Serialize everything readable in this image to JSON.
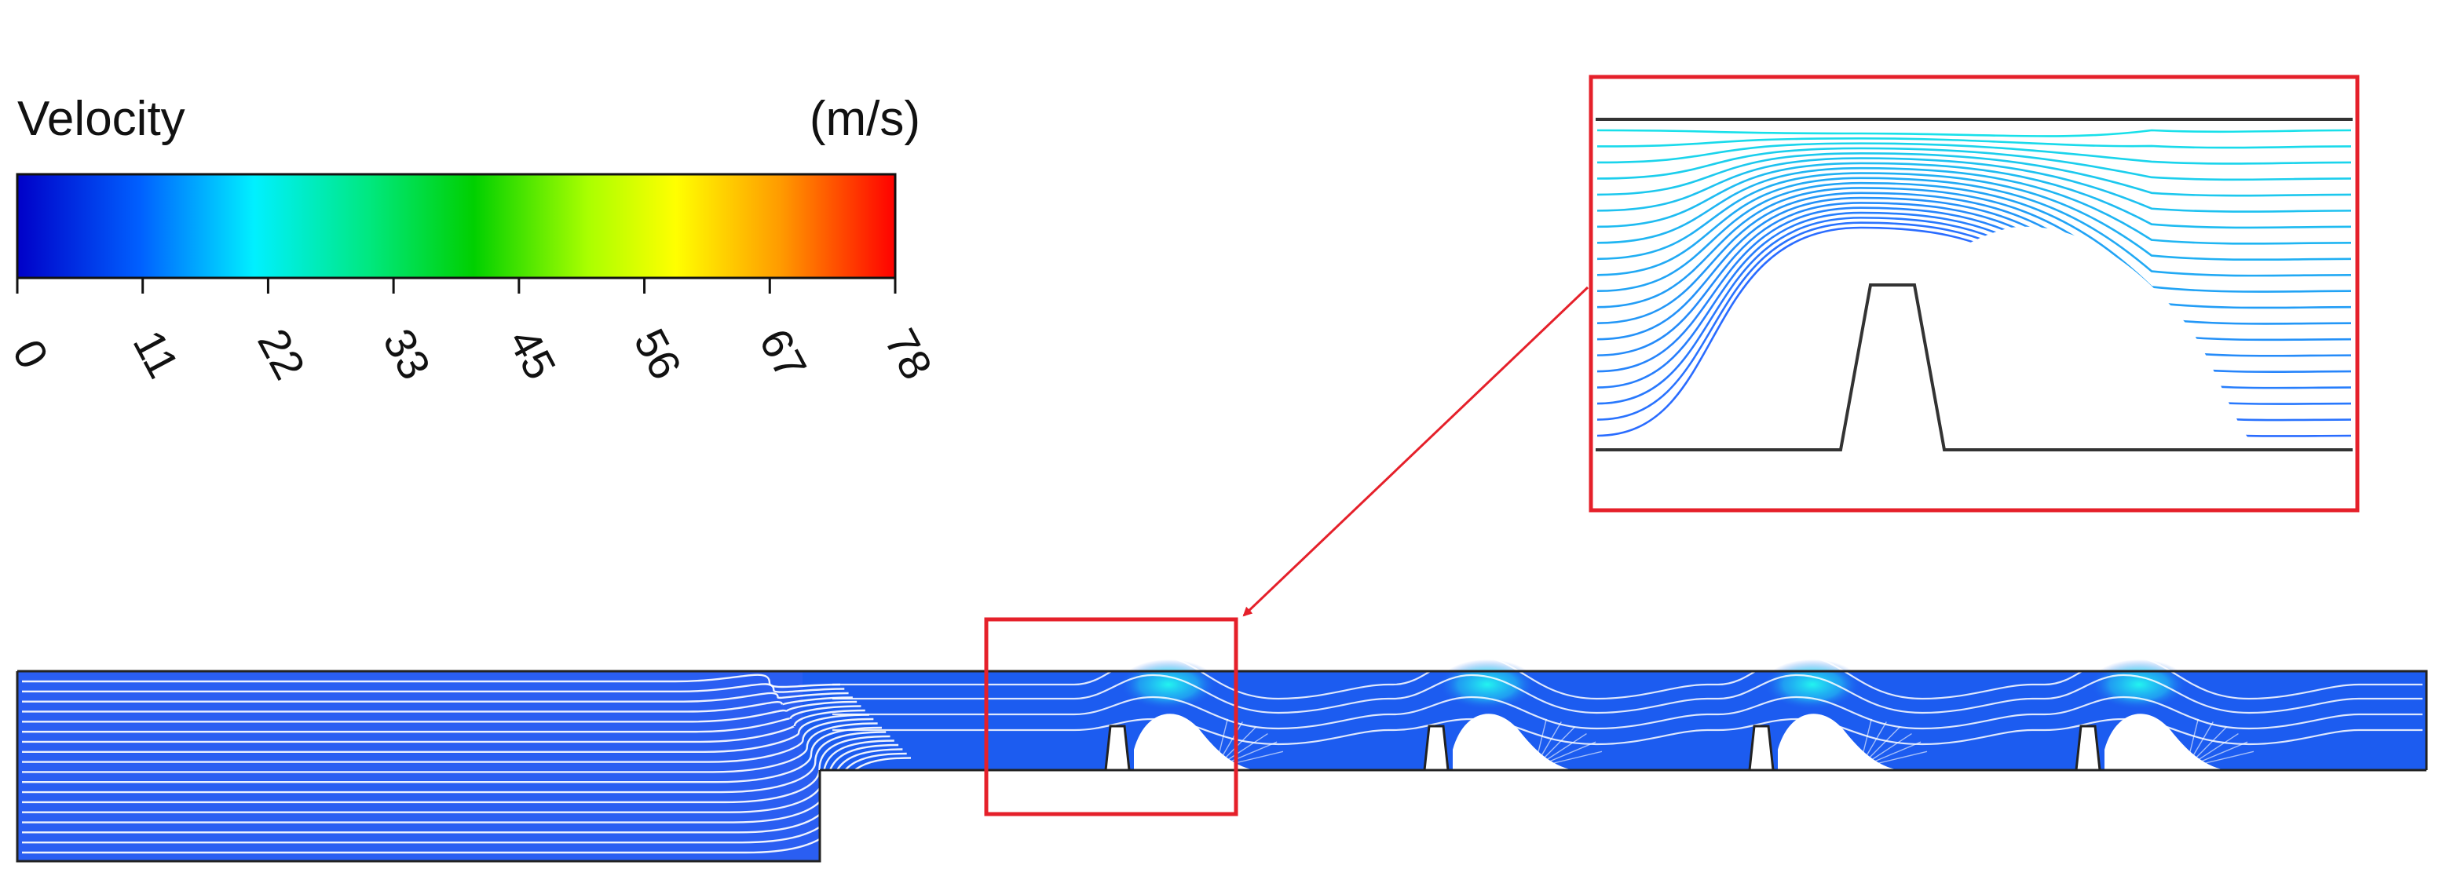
{
  "legend": {
    "title": "Velocity",
    "unit": "(m/s)",
    "ticks": [
      "0",
      "11",
      "22",
      "33",
      "45",
      "56",
      "67",
      "78"
    ],
    "colormap": [
      "#0000c8",
      "#0060ff",
      "#00f0ff",
      "#00e880",
      "#00d000",
      "#aaff00",
      "#ffff00",
      "#ff9a00",
      "#ff0000"
    ]
  },
  "colors": {
    "highlight_box": "#e5202a",
    "wall": "#222222",
    "inlet_flow": "#2255ee",
    "channel_flow": "#1e5ef0",
    "streamline_fast": "#11d8e0",
    "streamline_slow": "#2a6cff"
  },
  "diagram": {
    "ribs": 4,
    "zoomed_rib_index": 1
  }
}
